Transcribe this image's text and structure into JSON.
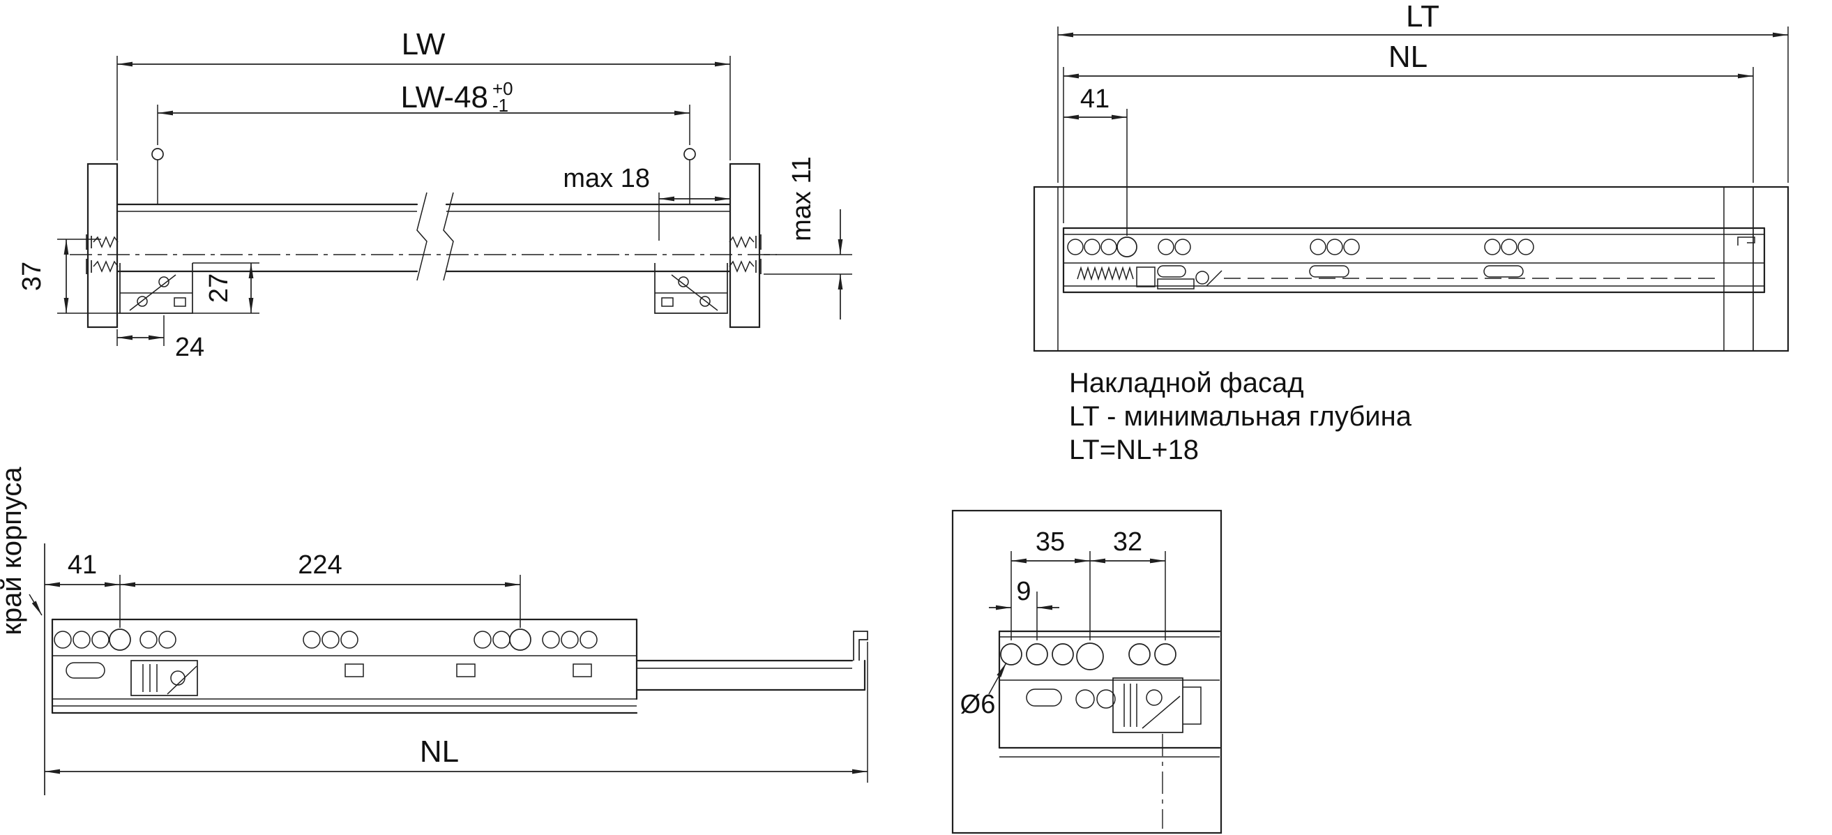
{
  "colors": {
    "line": "#1f1f1f",
    "text": "#111111",
    "background": "#ffffff"
  },
  "front_view": {
    "dim_lw": "LW",
    "dim_lw48": "LW-48",
    "dim_lw48_tol_upper": "+0",
    "dim_lw48_tol_lower": "-1",
    "dim_max18": "max 18",
    "dim_max11": "max 11",
    "dim_37": "37",
    "dim_27": "27",
    "dim_24": "24"
  },
  "mounted_view": {
    "dim_lt": "LT",
    "dim_nl": "NL",
    "dim_41": "41",
    "notes": [
      "Накладной фасад",
      "LT - минимальная глубина",
      "LT=NL+18"
    ]
  },
  "extended_view": {
    "dim_41": "41",
    "dim_224": "224",
    "dim_nl": "NL",
    "label_cabinet_edge": "край корпуса"
  },
  "detail_view": {
    "dim_35": "35",
    "dim_32": "32",
    "dim_9": "9",
    "dim_diameter": "Ø6"
  }
}
